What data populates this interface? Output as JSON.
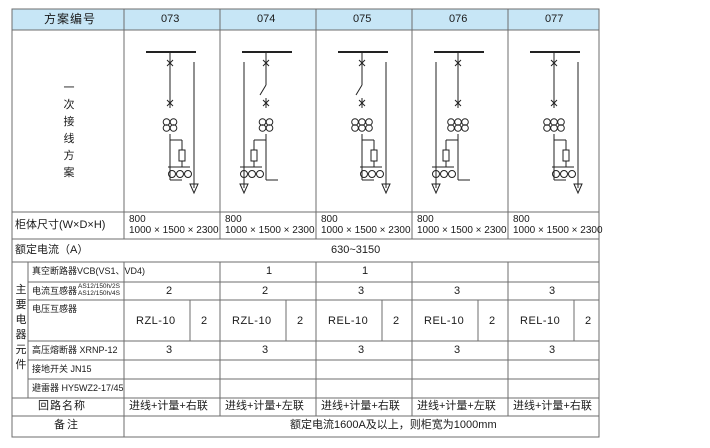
{
  "table": {
    "header_label": "方案编号",
    "scheme_numbers": [
      "073",
      "074",
      "075",
      "076",
      "077"
    ],
    "diagram_row_label": "一次接线方案",
    "rows": {
      "cabinet_size": {
        "label": "柜体尺寸(W×D×H)",
        "values": [
          [
            "800",
            "1000 × 1500 × 2300"
          ],
          [
            "800",
            "1000 × 1500 × 2300"
          ],
          [
            "800",
            "1000 × 1500 × 2300"
          ],
          [
            "800",
            "1000 × 1500 × 2300"
          ],
          [
            "800",
            "1000 × 1500 × 2300"
          ]
        ]
      },
      "rated_current": {
        "label": "额定电流（A）",
        "value": "630~3150"
      },
      "main_components_label": "主要电器元件",
      "vcb": {
        "label": "真空断路器VCB(VS1、VD4)",
        "values": [
          "",
          "1",
          "1",
          "",
          ""
        ]
      },
      "ct": {
        "label": "电流互感器",
        "ratings": [
          "AS12/150h/2S",
          "AS12/150h/4S"
        ],
        "values": [
          "2",
          "2",
          "3",
          "3",
          "3"
        ]
      },
      "vt": {
        "label": "电压互感器",
        "values": [
          [
            "RZL-10",
            "2"
          ],
          [
            "RZL-10",
            "2"
          ],
          [
            "REL-10",
            "2"
          ],
          [
            "REL-10",
            "2"
          ],
          [
            "REL-10",
            "2"
          ]
        ]
      },
      "fuse": {
        "label": "高压熔断器 XRNP-12",
        "values": [
          "3",
          "3",
          "3",
          "3",
          "3"
        ]
      },
      "earthing_switch": {
        "label": "接地开关 JN15",
        "values": [
          "",
          "",
          "",
          "",
          ""
        ]
      },
      "arrester": {
        "label": "避雷器 HY5WZ2-17/45",
        "values": [
          "",
          "",
          "",
          "",
          ""
        ]
      },
      "circuit_name": {
        "label": "回路名称",
        "values": [
          "进线+计量+右联",
          "进线+计量+左联",
          "进线+计量+右联",
          "进线+计量+左联",
          "进线+计量+右联"
        ]
      },
      "remarks": {
        "label": "备注",
        "value": "额定电流1600A及以上，则柜宽为1000mm"
      }
    }
  },
  "colors": {
    "header_band": "#c7e6f6",
    "border": "#6d6d6d",
    "diagram_line": "#222222"
  }
}
